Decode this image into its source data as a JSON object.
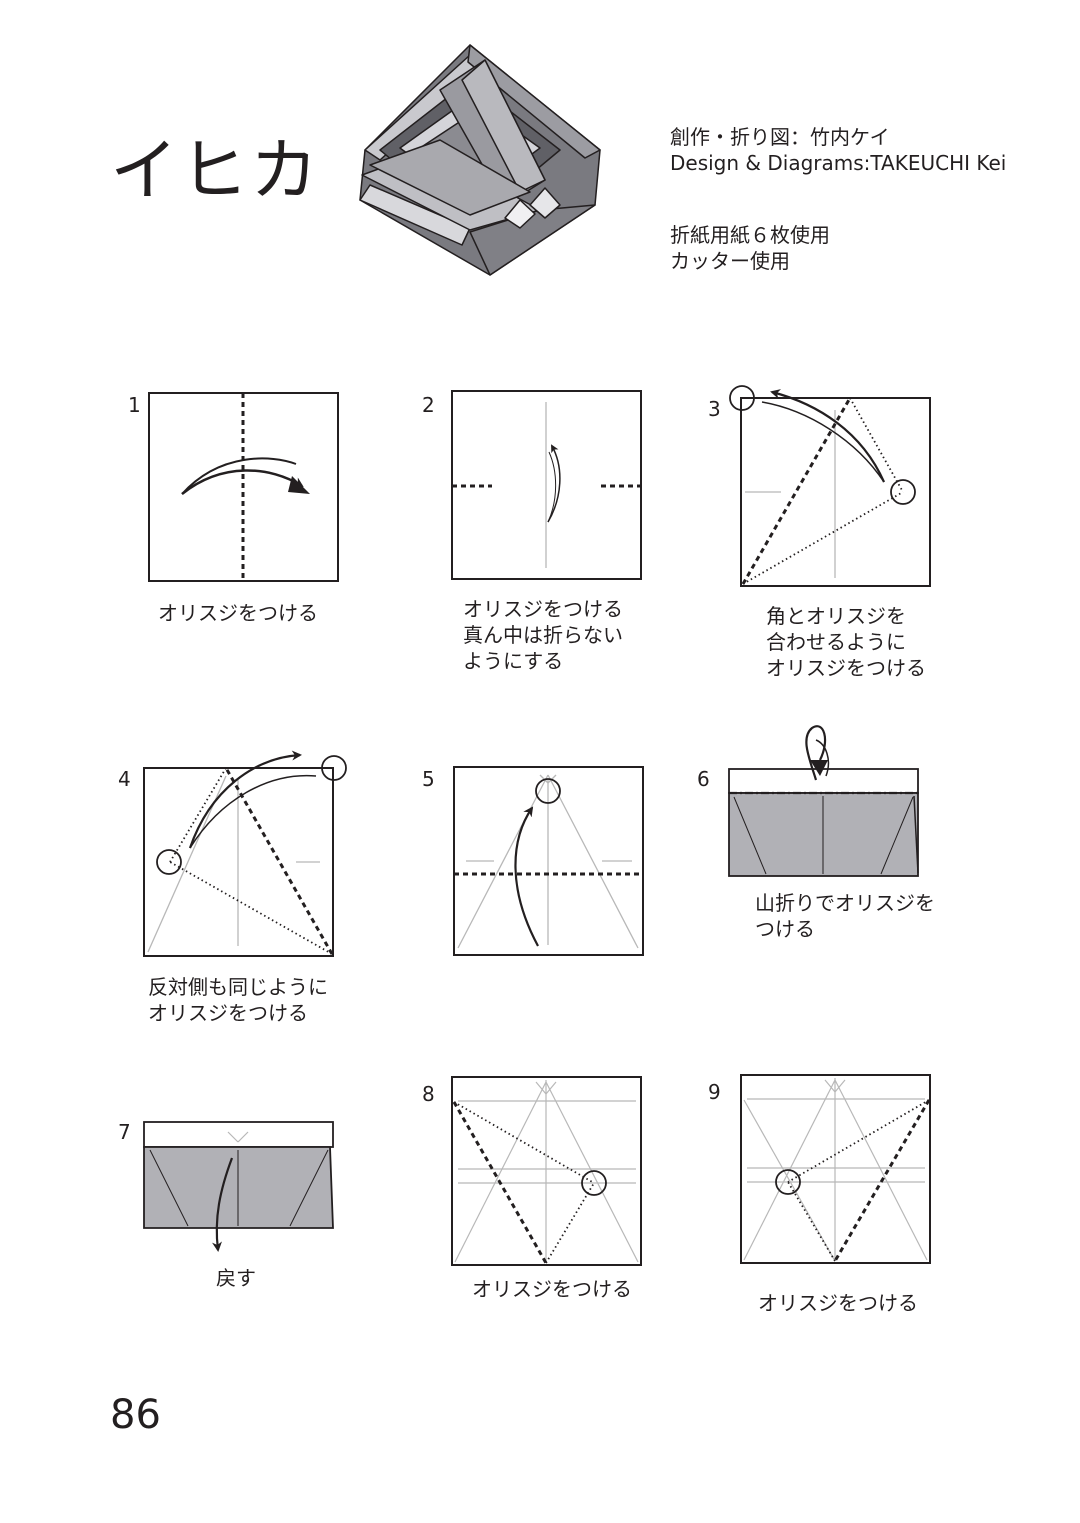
{
  "title": "イヒカ",
  "credits": {
    "line1": "創作・折り図：竹内ケイ",
    "line2": "Design & Diagrams:TAKEUCHI Kei"
  },
  "notes": {
    "line1": "折紙用紙６枚使用",
    "line2": "カッター使用"
  },
  "steps": [
    {
      "number": "1",
      "caption": [
        "オリスジをつける"
      ]
    },
    {
      "number": "2",
      "caption": [
        "オリスジをつける",
        "真ん中は折らない",
        "ようにする"
      ]
    },
    {
      "number": "3",
      "caption": [
        "角とオリスジを",
        "合わせるように",
        "オリスジをつける"
      ]
    },
    {
      "number": "4",
      "caption": [
        "反対側も同じように",
        "オリスジをつける"
      ]
    },
    {
      "number": "5",
      "caption": []
    },
    {
      "number": "6",
      "caption": [
        "山折りでオリスジを",
        "つける"
      ]
    },
    {
      "number": "7",
      "caption": [
        "戻す"
      ]
    },
    {
      "number": "8",
      "caption": [
        "オリスジをつける"
      ]
    },
    {
      "number": "9",
      "caption": [
        "オリスジをつける"
      ]
    }
  ],
  "page_number": "86",
  "colors": {
    "ink": "#231f20",
    "paper_gray": "#b1b1b6",
    "crease_line": "#b8b8b8",
    "model_dark": "#6d6d72",
    "model_light": "#c4c4c9"
  }
}
